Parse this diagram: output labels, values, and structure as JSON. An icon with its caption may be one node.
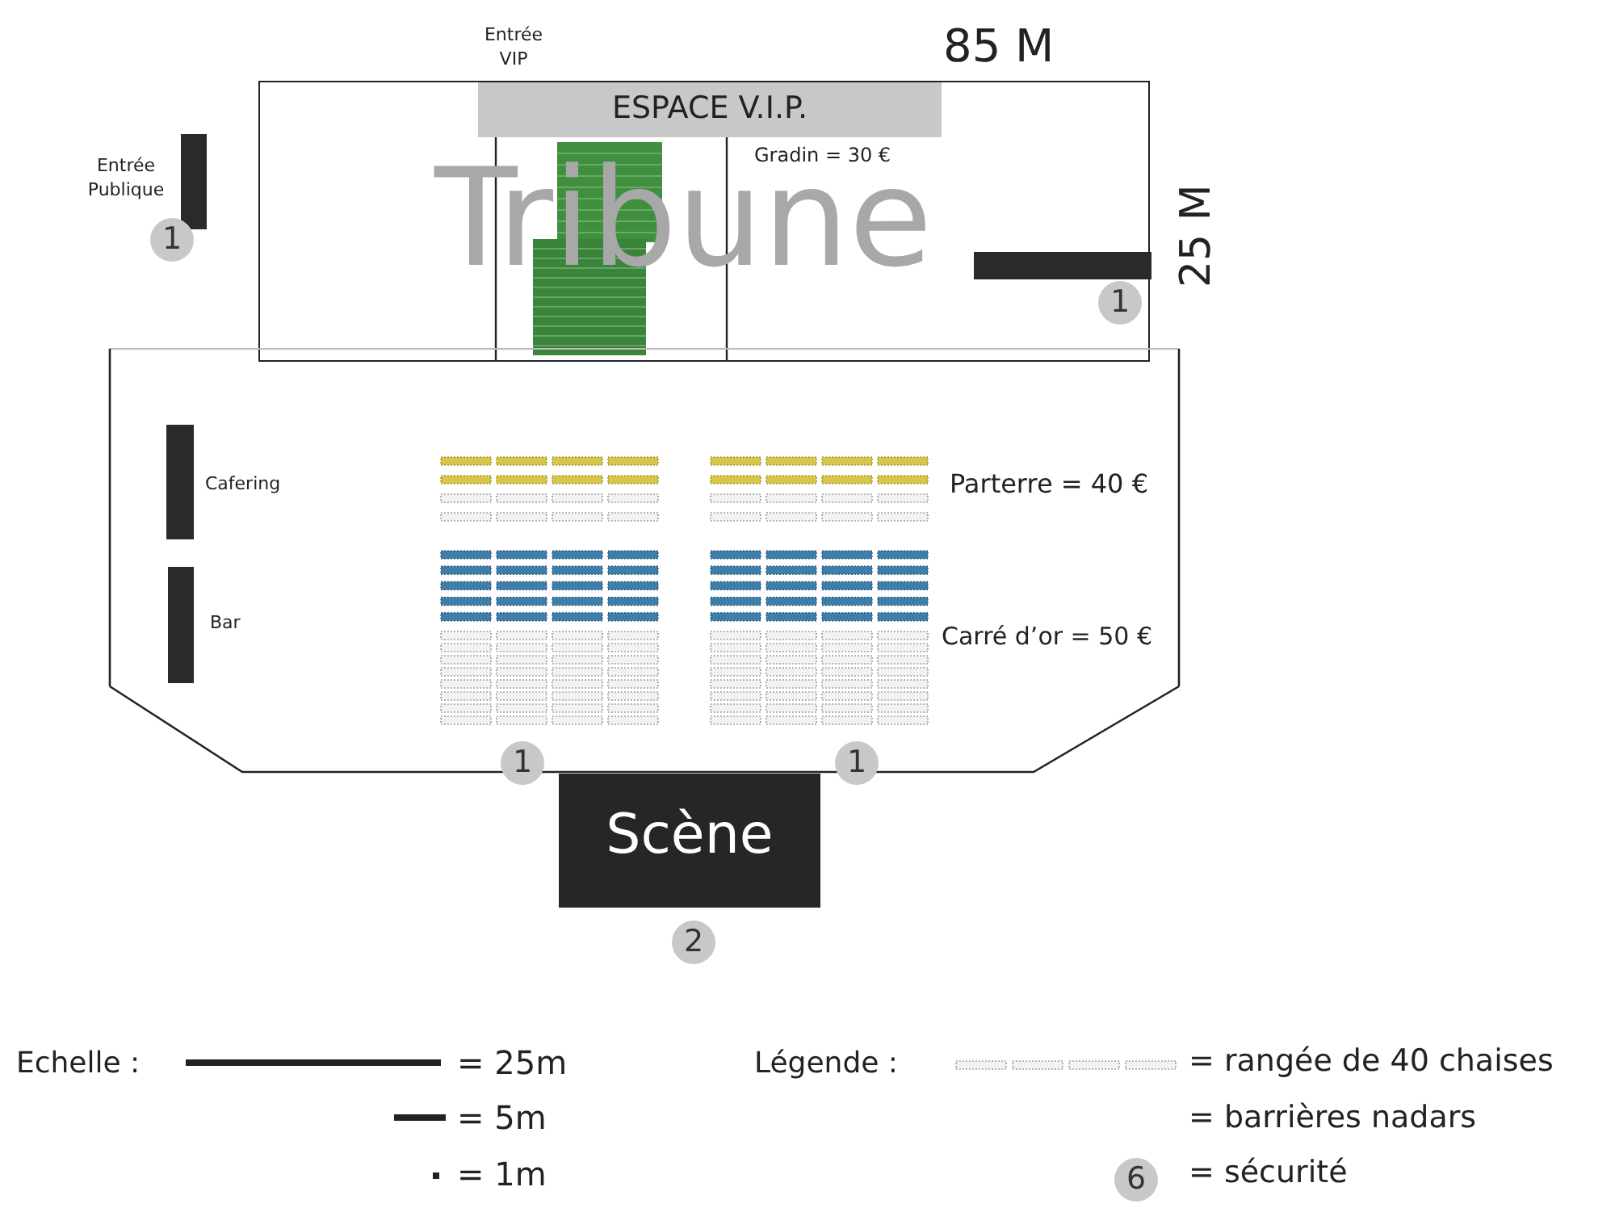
{
  "diagram": {
    "nodes": [
      {
        "text": [
          "Tribune"
        ]
      },
      {
        "text": [
          "ESPACE V.I.P."
        ],
        "in": 0
      },
      {
        "text": [],
        "shape": "bar",
        "in": 0
      },
      {
        "text": [],
        "shape": "box"
      },
      {
        "text": [],
        "shape": "bar",
        "in": 3,
        "beside": [
          "Cafering"
        ]
      },
      {
        "text": [],
        "shape": "bar",
        "in": 3,
        "beside": [
          "Bar"
        ]
      },
      {
        "text": [],
        "shape": "bar",
        "beside": [
          "Entrée Publique"
        ]
      },
      {
        "text": [
          "Scène"
        ]
      }
    ],
    "labels": [
      "Entrée VIP",
      "85 M",
      "Gradin = 30 €",
      "25 M",
      "1",
      "1",
      "Parterre = 40 €",
      "Carré d’or = 50 €",
      "1",
      "1",
      "2",
      "Echelle :",
      "= 25m",
      "Légende :",
      "= 5m",
      "= 1m",
      "6"
    ],
    "legend": [
      {
        "text": "= rangée de 40 chaises"
      },
      {
        "text": "= barrières nadars"
      },
      {
        "text": "= sécurité"
      }
    ]
  }
}
